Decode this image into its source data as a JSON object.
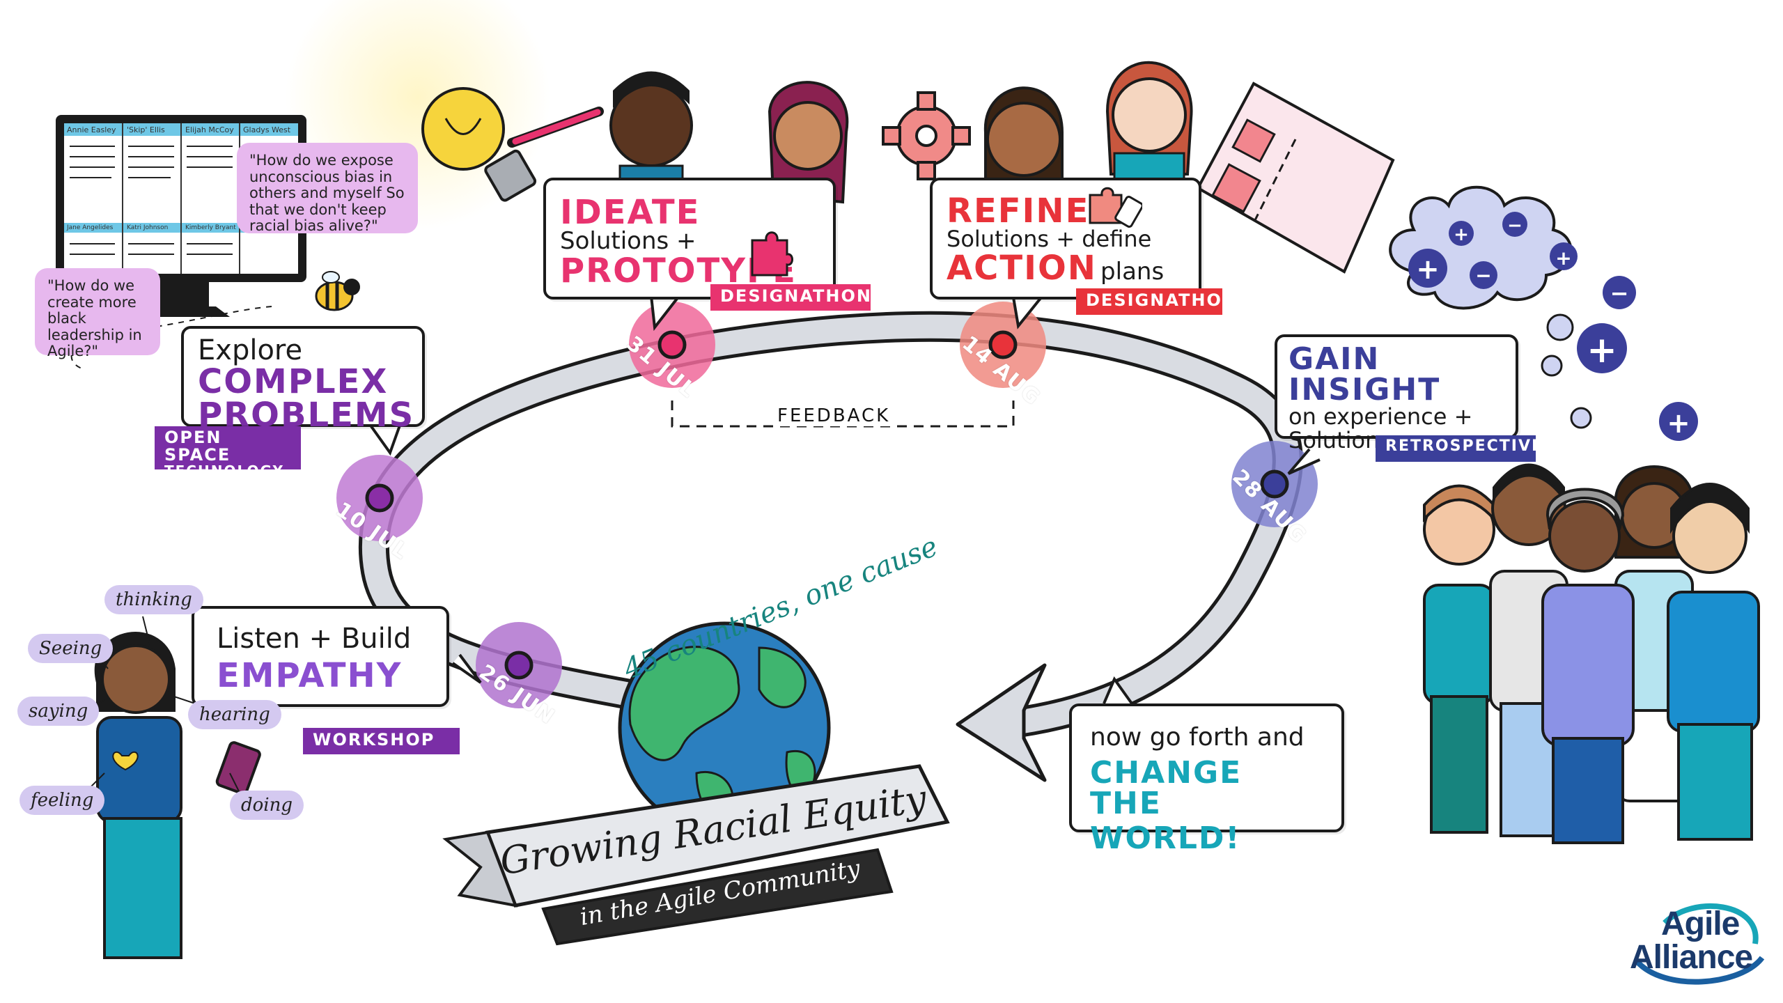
{
  "monitor": {
    "names_top": [
      "Annie Easley",
      "'Skip' Ellis",
      "Elijah McCoy",
      "Gladys West"
    ],
    "names_bottom": [
      "Jane Angelides",
      "Katri Johnson",
      "Kimberly Bryant",
      ""
    ]
  },
  "quote_bias": "\"How do we expose unconscious bias in others and myself So that we don't keep racial bias alive?\"",
  "quote_leadership": "\"How do we create more black leadership in Agile?\"",
  "explore": {
    "line1": "Explore",
    "line2": "COMPLEX",
    "line3": "PROBLEMS",
    "tag_line1": "OPEN SPACE",
    "tag_line2": "TECHNOLOGY"
  },
  "ideate": {
    "line1": "IDEATE",
    "line2": "Solutions +",
    "line3": "PROTOTYPE",
    "tag": "DESIGNATHON"
  },
  "refine": {
    "line1": "REFINE",
    "line2": "Solutions + define",
    "line3": "ACTION",
    "line3b": "plans",
    "tag": "DESIGNATHON"
  },
  "insight": {
    "line1": "GAIN INSIGHT",
    "line2": "on experience +",
    "line3": "Solutions",
    "tag": "RETROSPECTIVE"
  },
  "listen": {
    "line1": "Listen + Build",
    "line2": "EMPATHY",
    "tag": "WORKSHOP"
  },
  "change": {
    "line1": "now go forth and",
    "line2": "CHANGE THE",
    "line3": "WORLD!"
  },
  "dates": {
    "d1": "26 JUN",
    "d2": "10 JUL",
    "d3": "31 JUL",
    "d4": "14 AUG",
    "d5": "28 AUG"
  },
  "feedback": "FEEDBACK",
  "countries": "45 countries, one cause",
  "banner": {
    "main": "Growing Racial Equity",
    "sub": "in the Agile Community"
  },
  "senses": {
    "thinking": "thinking",
    "seeing": "Seeing",
    "saying": "saying",
    "hearing": "hearing",
    "feeling": "feeling",
    "doing": "doing"
  },
  "logo": {
    "line1": "Agile",
    "line2": "Alliance"
  },
  "colors": {
    "pink": "#e8336f",
    "purple": "#7a2ea6",
    "violet": "#8a4fd0",
    "navy": "#3b3f9a",
    "teal": "#17a6b8",
    "red": "#e8333a",
    "date_purple": "#b073cf",
    "date_pink": "#f0689a",
    "date_red": "#f08a80",
    "date_navy": "#8083d0"
  }
}
